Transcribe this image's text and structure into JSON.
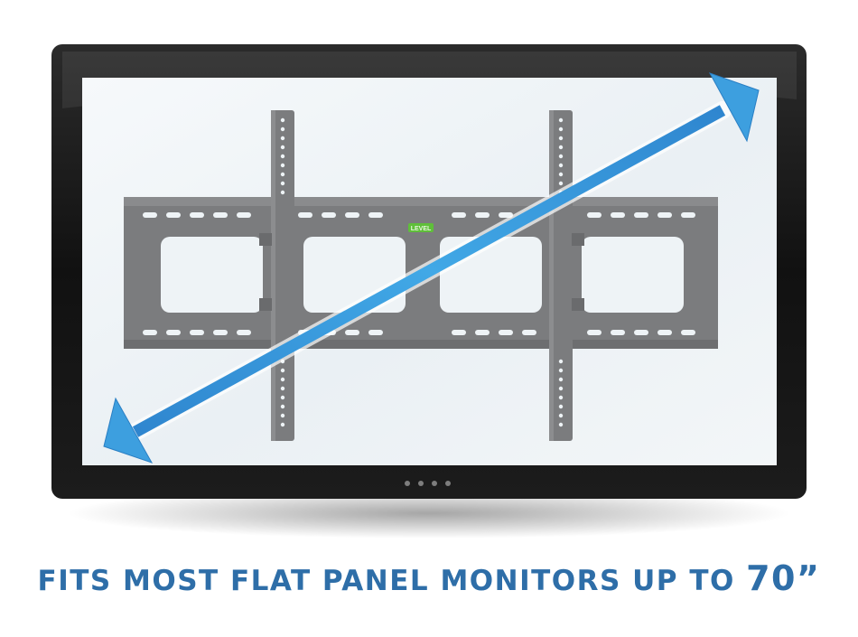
{
  "caption": {
    "main": "FITS MOST FLAT PANEL MONITORS UP TO",
    "size": "70”"
  },
  "bracket": {
    "level_text": "LEVEL"
  },
  "colors": {
    "bezel": "#141414",
    "screen": "#eef3f6",
    "bracket": "#7a7b7d",
    "arrow": "#3a9ad9",
    "caption": "#2e6ea8"
  },
  "icons": [
    "diagonal-size-arrow-icon",
    "tv-mount-bracket-icon",
    "bubble-level-icon"
  ]
}
